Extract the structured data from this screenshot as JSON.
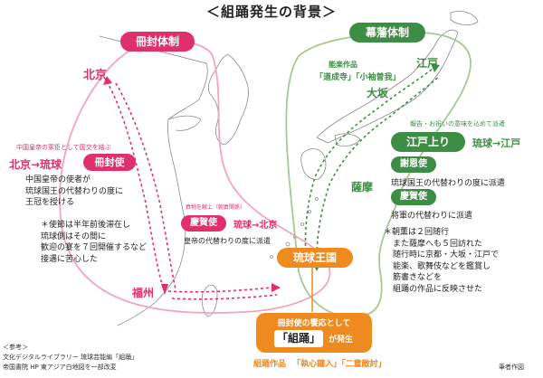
{
  "title": "＜組踊発生の背景＞",
  "left_region": {
    "header": "冊封体制",
    "beijing": "北京",
    "fuzhou": "福州",
    "note_visit": "中国皇帝の冢臣として国交を結ぶ",
    "route_label": "北京→琉球",
    "envoy_badge": "冊封使",
    "envoy_lines": [
      "中国皇帝の使者が",
      "琉球国王の代替わりの度に",
      "王冠を授ける"
    ],
    "stay_lines": [
      "＊使節は半年前後滞在し",
      "琉球側はその間に",
      "歓迎の宴を７回開催するなど",
      "接遇に苦心した"
    ],
    "tribute_note": "貢物を献上（朝貢関係）",
    "tribute_badge": "慶賀使",
    "tribute_route": "琉球→北京",
    "tribute_desc": "皇帝の代替わりの度に派遣"
  },
  "right_region": {
    "header": "幕藩体制",
    "plays_label": "能楽作品",
    "plays_titles": "「道成寺」「小袖曽我」",
    "edo": "江戸",
    "osaka": "大坂",
    "satsuma": "薩摩",
    "purpose_note": "報告・お祝いの意味を込めて派遣",
    "edo_badge": "江戸上り",
    "edo_route": "琉球→江戸",
    "thanks_badge": "謝恩使",
    "thanks_desc": "琉球国王の代替わりの度に派遣",
    "congrats_badge": "慶賀使",
    "congrats_desc": "将軍の代替わりに派遣",
    "chokun_lines": [
      "＊朝薫は２回随行",
      "また薩摩へも５回訪れた",
      "随行時に京都・大坂・江戸で",
      "能楽、歌舞伎などを鑑賞し",
      "筋書きなどを",
      "組踊の作品に反映させた"
    ]
  },
  "center": {
    "kingdom": "琉球王国",
    "origin_line1": "冊封使の饗応として",
    "origin_kumiodori": "「組踊」",
    "origin_suffix": "が発生",
    "works_label": "組踊作品",
    "works_titles": "「執心鐘入」「二童敵討」"
  },
  "footer": {
    "ref_header": "＜参考＞",
    "ref_line1": "文化デジタルライブラリー 琉球芸能編「組踊」",
    "ref_line2": "帝国書院 HP 東アジア白地図を一部改変",
    "credit": "筆者作図"
  },
  "colors": {
    "red": "#e0306a",
    "green": "#3e8d45",
    "orange": "#ee8a1e",
    "map": "#777777"
  }
}
